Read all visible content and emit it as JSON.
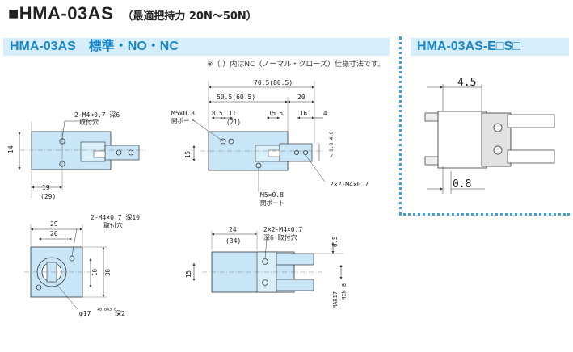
{
  "header": {
    "title": "■HMA-03AS",
    "subtitle": "（最適把持力 20N～50N）"
  },
  "bands": {
    "left": "HMA-03AS　標準・NO・NC",
    "right": "HMA-03AS-E□S□"
  },
  "note": "※（ ）内はNC（ノーマル・クローズ）仕様寸法です。",
  "dims": {
    "d_2m4_top": "2-M4×0.7 深6",
    "d_toritsuke": "取付穴",
    "d_14": "14",
    "d_19": "19",
    "d_29p": "(29)",
    "d_70": "70.5(80.5)",
    "d_50": "50.5(60.5)",
    "d_20": "20",
    "d_m5_a": "M5×0.8",
    "d_kaiport": "開ポート",
    "d_85": "8.5",
    "d_11": "11",
    "d_21": "(21)",
    "d_155": "15.5",
    "d_16": "16",
    "d_4": "4",
    "d_15a": "15",
    "d_range": "≒ 0.8 4.8",
    "d_2x2m4": "2×2-M4×0.7",
    "d_m5_b": "M5×0.8",
    "d_heiport": "閉ポート",
    "d_29b": "29",
    "d_20b": "20",
    "d_2m4_10": "2-M4×0.7 深10",
    "d_toritsuke2": "取付穴",
    "d_10": "10",
    "d_30": "30",
    "d_phi17": "φ17",
    "d_tol": "+0.043 0",
    "d_fuka2": "深2",
    "d_24": "24",
    "d_34": "(34)",
    "d_2x2m4b": "2×2-M4×0.7",
    "d_fuka6": "深6 取付穴",
    "d_65": "6.5",
    "d_15b": "15",
    "d_max17": "MAX17",
    "d_min8": "MIN 8",
    "d_45": "4.5",
    "d_08": "0.8"
  }
}
